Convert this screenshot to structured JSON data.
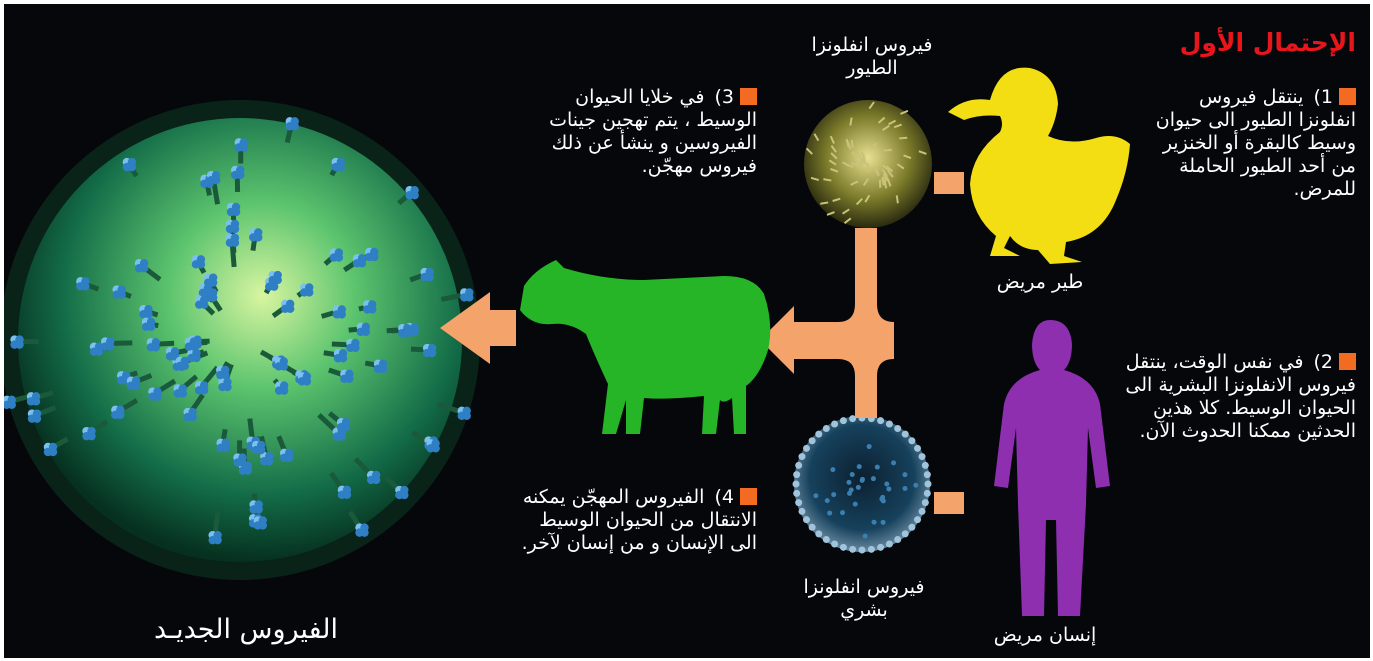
{
  "title": "الإحتمال الأول",
  "steps": [
    {
      "number": "1)",
      "text": "ينتقل فيروس انفلونزا الطيور الى حيوان وسيط كالبقرة أو الخنزير من أحد الطيور الحاملة للمرض."
    },
    {
      "number": "2)",
      "text": "في نفس الوقت، ينتقل فيروس الانفلونزا البشرية الى الحيوان الوسيط. كلا هذين الحدثين ممكنا الحدوث الآن."
    },
    {
      "number": "3)",
      "text": "في خلايا الحيوان الوسيط ، يتم تهجين جينات الفيروسين و ينشأ عن ذلك فيروس مهجّن."
    },
    {
      "number": "4)",
      "text": "الفيروس المهجّن يمكنه الانتقال من الحيوان الوسيط الى الإنسان و من إنسان لآخر."
    }
  ],
  "labels": {
    "bird_virus": "فيروس انفلونزا الطيور",
    "sick_bird": "طير مريض",
    "human_virus": "فيروس انفلونزا بشري",
    "sick_human": "إنسان مريض",
    "new_virus": "الفيروس الجديـد"
  },
  "colors": {
    "background": "#05070b",
    "title": "#e8151b",
    "bullet": "#f36b21",
    "arrow": "#f4a46a",
    "bird": "#f3de13",
    "cow": "#26b526",
    "human": "#8d2fae",
    "virus_body": "#1f8f59",
    "virus_knob": "#3b8fd6"
  },
  "icons": [
    "duck-silhouette",
    "cow-silhouette",
    "human-silhouette",
    "bird-flu-virus",
    "human-flu-virus",
    "hybrid-virus"
  ]
}
